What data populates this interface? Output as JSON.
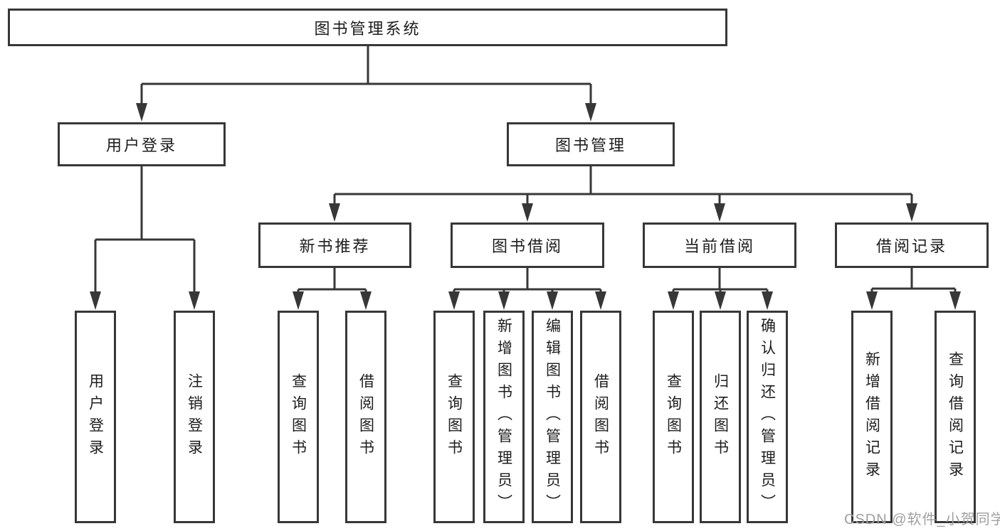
{
  "diagram": {
    "nodes": {
      "root": "图书管理系统",
      "level2": [
        "用户登录",
        "图书管理"
      ],
      "level3": [
        "新书推荐",
        "图书借阅",
        "当前借阅",
        "借阅记录"
      ],
      "leaves": [
        "用户登录",
        "注销登录",
        "查询图书",
        "借阅图书",
        "查询图书",
        "新增图书（管理员）",
        "编辑图书（管理员）",
        "借阅图书",
        "查询图书",
        "归还图书",
        "确认归还（管理员）",
        "新增借阅记录",
        "查询借阅记录"
      ]
    },
    "edges": [
      {
        "from": "图书管理系统",
        "to": [
          "用户登录",
          "图书管理"
        ]
      },
      {
        "from": "用户登录",
        "to": [
          "用户登录",
          "注销登录"
        ]
      },
      {
        "from": "图书管理",
        "to": [
          "新书推荐",
          "图书借阅",
          "当前借阅",
          "借阅记录"
        ]
      },
      {
        "from": "新书推荐",
        "to": [
          "查询图书",
          "借阅图书"
        ]
      },
      {
        "from": "图书借阅",
        "to": [
          "查询图书",
          "新增图书（管理员）",
          "编辑图书（管理员）",
          "借阅图书"
        ]
      },
      {
        "from": "当前借阅",
        "to": [
          "查询图书",
          "归还图书",
          "确认归还（管理员）"
        ]
      },
      {
        "from": "借阅记录",
        "to": [
          "新增借阅记录",
          "查询借阅记录"
        ]
      }
    ],
    "colors": {
      "line": "#373737",
      "text": "#1d1d1d",
      "background": "#ffffff",
      "watermark": "#a0a0a0"
    }
  },
  "watermark": {
    "text": "CSDN @软件_小贺同学"
  }
}
